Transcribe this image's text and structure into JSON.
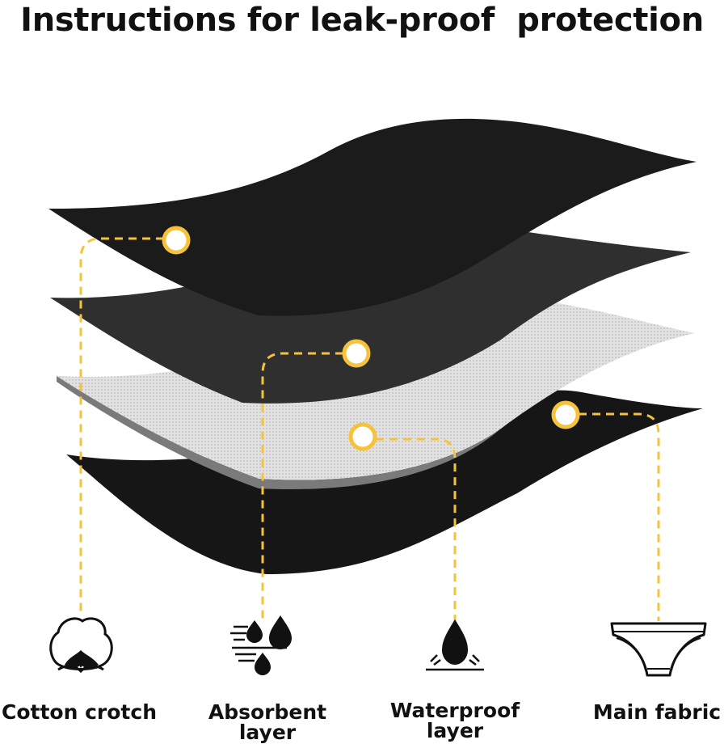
{
  "title": "Instructions for leak-proof  protection",
  "colors": {
    "accent": "#F5C33B",
    "dark_layer": "#1c1c1c",
    "gray_layer": "#333333",
    "mesh_layer": "#d6d6d6"
  },
  "layers": [
    {
      "name": "Cotton crotch",
      "icon": "cotton-flower-icon"
    },
    {
      "name": "Absorbent\nlayer",
      "icon": "water-drops-icon"
    },
    {
      "name": "Waterproof\nlayer",
      "icon": "water-drop-splash-icon"
    },
    {
      "name": "Main fabric",
      "icon": "underwear-icon"
    }
  ]
}
